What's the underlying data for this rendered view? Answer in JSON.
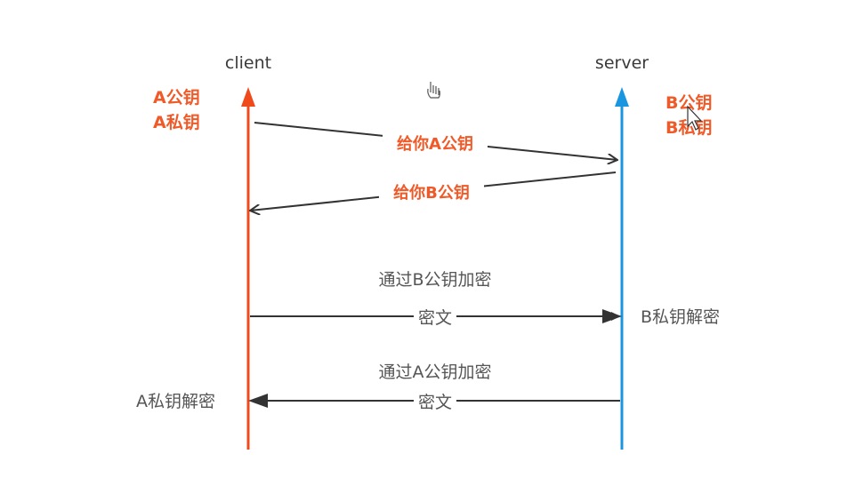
{
  "actors": {
    "client": {
      "label": "client",
      "color": "#f04a1c"
    },
    "server": {
      "label": "server",
      "color": "#1a95e0"
    }
  },
  "client_keys": [
    "A公钥",
    "A私钥"
  ],
  "server_keys": [
    "B公钥",
    "B私钥"
  ],
  "messages": {
    "give_a_key": "给你A公钥",
    "give_b_key": "给你B公钥",
    "encrypt_b_label": "通过B公钥加密",
    "cipher_1": "密文",
    "decrypt_b": "B私钥解密",
    "encrypt_a_label": "通过A公钥加密",
    "cipher_2": "密文",
    "decrypt_a": "A私钥解密"
  },
  "colors": {
    "key_red": "#f05a28",
    "arrow_dark": "#333333",
    "text_gray": "#555555"
  }
}
